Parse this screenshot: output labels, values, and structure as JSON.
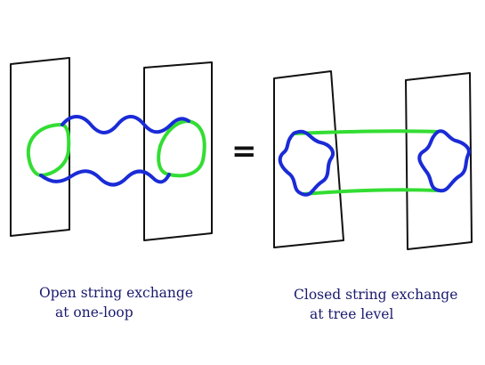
{
  "colors": {
    "brane": "#111111",
    "open_string": "#33dd33",
    "closed_string": "#1a2bd6",
    "caption": "#1a1a6e"
  },
  "equals_sign": "=",
  "captions": {
    "left": {
      "line1": "Open string exchange",
      "line2": "at one-loop"
    },
    "right": {
      "line1": "Closed string exchange",
      "line2": "at tree level"
    }
  }
}
